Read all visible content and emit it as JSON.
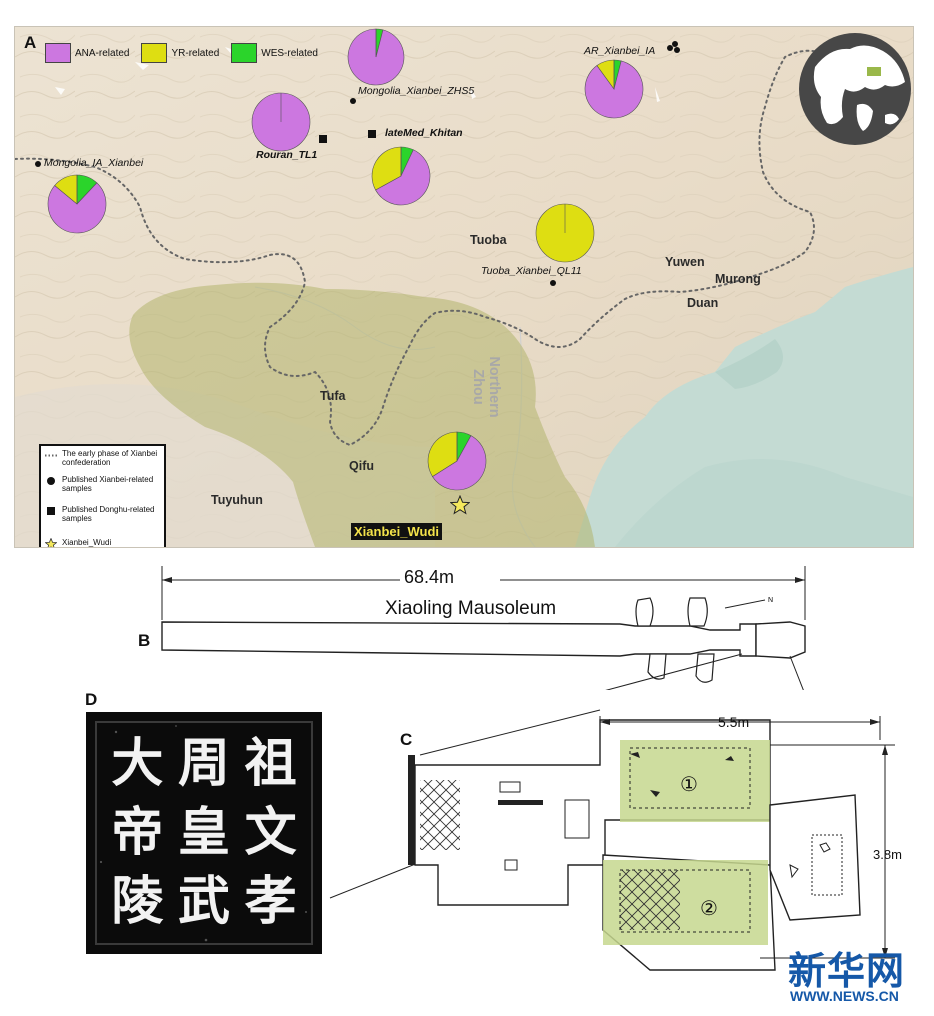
{
  "panel_a": {
    "letter": "A",
    "legend": [
      {
        "label": "ANA-related",
        "color": "#cc77e0"
      },
      {
        "label": "YR-related",
        "color": "#dede12"
      },
      {
        "label": "WES-related",
        "color": "#2bd42b"
      }
    ],
    "pies": [
      {
        "id": "zhs5",
        "site": "Mongolia_Xianbei_ZHS5",
        "ana": 0.96,
        "yr": 0.0,
        "wes": 0.04
      },
      {
        "id": "rouran",
        "site": "Rouran_TL1",
        "ana": 1.0,
        "yr": 0.0,
        "wes": 0.0
      },
      {
        "id": "khitan",
        "site": "lateMed_Khitan",
        "ana": 0.6,
        "yr": 0.33,
        "wes": 0.07
      },
      {
        "id": "ia_xianbei",
        "site": "Mongolia_IA_Xianbei",
        "ana": 0.74,
        "yr": 0.14,
        "wes": 0.12
      },
      {
        "id": "ar_xianbei",
        "site": "AR_Xianbei_IA",
        "ana": 0.86,
        "yr": 0.1,
        "wes": 0.04
      },
      {
        "id": "tuoba",
        "site": "Tuoba_Xianbei_QL11",
        "ana": 0.0,
        "yr": 1.0,
        "wes": 0.0
      },
      {
        "id": "wudi",
        "site": "Xianbei_Wudi",
        "ana": 0.58,
        "yr": 0.34,
        "wes": 0.08
      }
    ],
    "sites": {
      "ia_xianbei": "Mongolia_IA_Xianbei",
      "zhs5": "Mongolia_Xianbei_ZHS5",
      "rouran": "Rouran_TL1",
      "khitan": "lateMed_Khitan",
      "ar_xianbei": "AR_Xianbei_IA",
      "tuoba": "Tuoba_Xianbei_QL11",
      "wudi": "Xianbei_Wudi"
    },
    "groups": {
      "tuoba": "Tuoba",
      "yuwen": "Yuwen",
      "murong": "Murong",
      "duan": "Duan",
      "tufa": "Tufa",
      "qifu": "Qifu",
      "tuyuhun": "Tuyuhun",
      "northern_zhou": "Northern Zhou"
    },
    "map_legend": {
      "line": "The early phase of Xianbei confederation",
      "dot": "Published Xianbei-related samples",
      "square": "Published Donghu-related samples",
      "star": "Xianbei_Wudi"
    }
  },
  "panel_b": {
    "letter": "B",
    "length": "68.4m",
    "title": "Xiaoling Mausoleum"
  },
  "panel_c": {
    "letter": "C",
    "width": "5.5m",
    "height": "3.8m",
    "area1": "①",
    "area2": "②"
  },
  "panel_d": {
    "letter": "D",
    "seal_chars": [
      "孝",
      "祖",
      "文",
      "陵",
      "武",
      "周",
      "皇",
      "帝",
      "大"
    ]
  },
  "watermark": {
    "brand": "新华网",
    "url": "WWW.NEWS.CN"
  }
}
